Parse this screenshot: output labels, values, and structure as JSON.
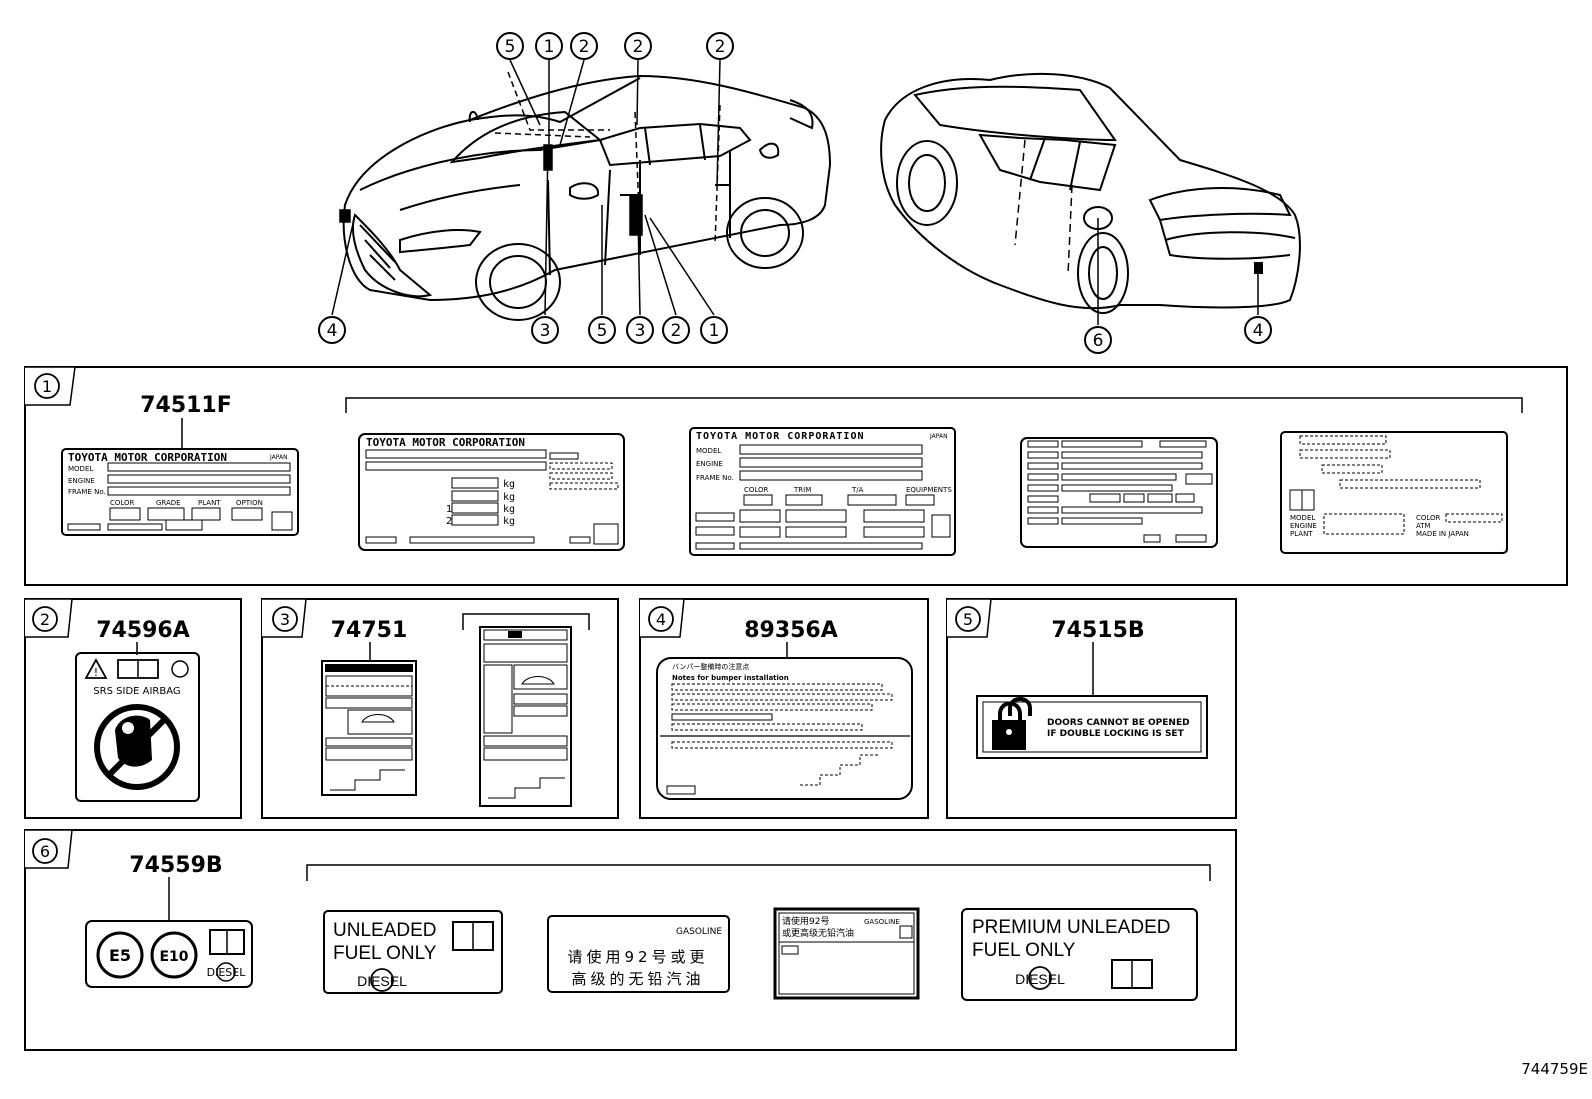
{
  "figure_id": "744759E",
  "callouts": {
    "front_top": [
      "5",
      "1",
      "2",
      "2",
      "2"
    ],
    "front_bottom": [
      "4",
      "3",
      "5",
      "3",
      "2",
      "1"
    ],
    "rear": [
      "6",
      "4"
    ]
  },
  "panels": {
    "p1": {
      "num": "1",
      "part": "74511F",
      "label_a": {
        "company": "TOYOTA MOTOR CORPORATION",
        "japan": "JAPAN",
        "model": "MODEL",
        "engine": "ENGINE",
        "frame": "FRAME No.",
        "color": "COLOR",
        "grade": "GRADE",
        "plant": "PLANT",
        "option": "OPTION"
      },
      "label_b": {
        "company": "TOYOTA MOTOR CORPORATION",
        "units": [
          "kg",
          "kg",
          "kg",
          "kg"
        ],
        "axle_marks": [
          "1",
          "2"
        ]
      },
      "label_c": {
        "company": "TOYOTA MOTOR CORPORATION",
        "japan": "JAPAN",
        "model": "MODEL",
        "engine": "ENGINE",
        "frame": "FRAME No.",
        "color": "COLOR",
        "trim": "TRIM",
        "transaxle": "T/A",
        "equipments": "EQUIPMENTS"
      },
      "label_e": {
        "model": "MODEL",
        "engine": "ENGINE",
        "plant": "PLANT",
        "color": "COLOR",
        "atm": "ATM",
        "made": "MADE IN JAPAN"
      }
    },
    "p2": {
      "num": "2",
      "part": "74596A",
      "text": "SRS SIDE AIRBAG"
    },
    "p3": {
      "num": "3",
      "part": "74751"
    },
    "p4": {
      "num": "4",
      "part": "89356A",
      "line1": "バンパー整備時の注意点",
      "line2": "Notes for bumper installation"
    },
    "p5": {
      "num": "5",
      "part": "74515B",
      "line1": "DOORS CANNOT BE OPENED",
      "line2": "IF DOUBLE LOCKING IS SET"
    },
    "p6": {
      "num": "6",
      "part": "74559B",
      "badges": [
        "E5",
        "E10"
      ],
      "diesel": "DIESEL",
      "unleaded": [
        "UNLEADED",
        "FUEL ONLY"
      ],
      "gasoline": "GASOLINE",
      "cn1": "请使用92号或更",
      "cn2": "高级的无铅汽油",
      "cn3": "请使用92号",
      "cn4": "或更高级无铅汽油",
      "premium": [
        "PREMIUM UNLEADED",
        "FUEL ONLY"
      ]
    }
  }
}
